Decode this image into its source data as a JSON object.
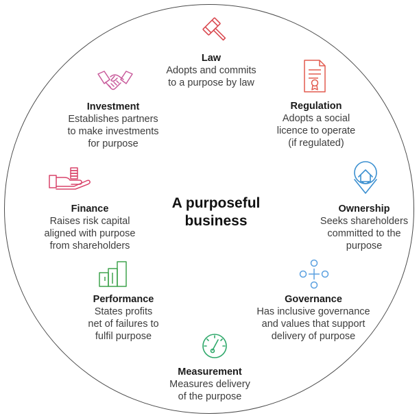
{
  "center": {
    "title": "A purposeful\nbusiness"
  },
  "colors": {
    "ring": "#4a4a4a",
    "law": "#d9484f",
    "investment": "#c85a9b",
    "regulation": "#e25a4e",
    "finance": "#d9436a",
    "ownership": "#3a8fd0",
    "performance": "#3fa34d",
    "governance": "#5aa0e0",
    "measurement": "#2ea86a"
  },
  "items": [
    {
      "key": "law",
      "title": "Law",
      "desc": "Adopts and commits\nto a purpose by law",
      "icon": "gavel-icon"
    },
    {
      "key": "investment",
      "title": "Investment",
      "desc": "Establishes partners\nto make investments\nfor purpose",
      "icon": "handshake-icon"
    },
    {
      "key": "regulation",
      "title": "Regulation",
      "desc": "Adopts a social\nlicence to operate\n(if regulated)",
      "icon": "certificate-icon"
    },
    {
      "key": "finance",
      "title": "Finance",
      "desc": "Raises risk capital\naligned with purpose\nfrom shareholders",
      "icon": "hand-coins-icon"
    },
    {
      "key": "ownership",
      "title": "Ownership",
      "desc": "Seeks shareholders\ncommitted to the\npurpose",
      "icon": "home-shield-icon"
    },
    {
      "key": "performance",
      "title": "Performance",
      "desc": "States profits\nnet of failures to\nfulfil purpose",
      "icon": "bar-chart-icon"
    },
    {
      "key": "governance",
      "title": "Governance",
      "desc": "Has inclusive governance\nand values that support\ndelivery of purpose",
      "icon": "network-icon"
    },
    {
      "key": "measurement",
      "title": "Measurement",
      "desc": "Measures delivery\nof the purpose",
      "icon": "gauge-icon"
    }
  ]
}
